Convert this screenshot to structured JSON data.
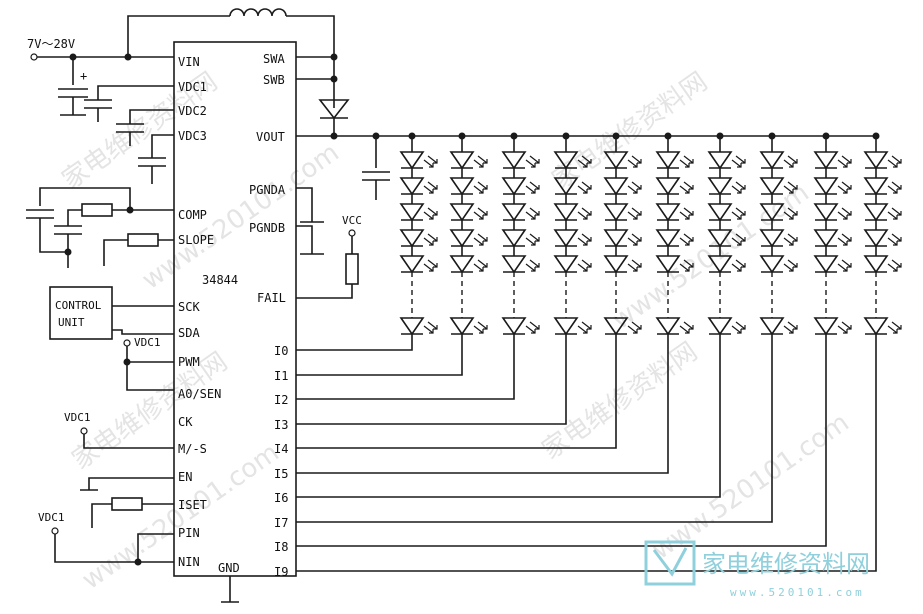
{
  "ic": {
    "part": "34844",
    "left_pins": [
      "VIN",
      "VDC1",
      "VDC2",
      "VDC3",
      "COMP",
      "SLOPE",
      "SCK",
      "SDA",
      "PWM",
      "A0/SEN",
      "CK",
      "M/-S",
      "EN",
      "ISET",
      "PIN",
      "NIN"
    ],
    "right_pins": [
      "SWA",
      "SWB",
      "VOUT",
      "PGNDA",
      "PGNDB",
      "FAIL"
    ],
    "channel_pins": [
      "I0",
      "I1",
      "I2",
      "I3",
      "I4",
      "I5",
      "I6",
      "I7",
      "I8",
      "I9"
    ],
    "bottom_pin": "GND"
  },
  "labels": {
    "supply": "7V～28V",
    "plus": "+",
    "vcc": "VCC",
    "vdc1_pwm": "VDC1",
    "vdc1_ms": "VDC1",
    "vdc1_pin": "VDC1",
    "control_line1": "CONTROL",
    "control_line2": "UNIT"
  },
  "watermarks": [
    "家电维修资料网",
    "www.520101.com",
    "家电维修资料网",
    "www.520101.com",
    "家电维修资料网",
    "www.520101.com",
    "家电维修资料网",
    "www.520101.com"
  ],
  "logo": {
    "title": "家电维修资料网",
    "site": "www.520101.com"
  }
}
